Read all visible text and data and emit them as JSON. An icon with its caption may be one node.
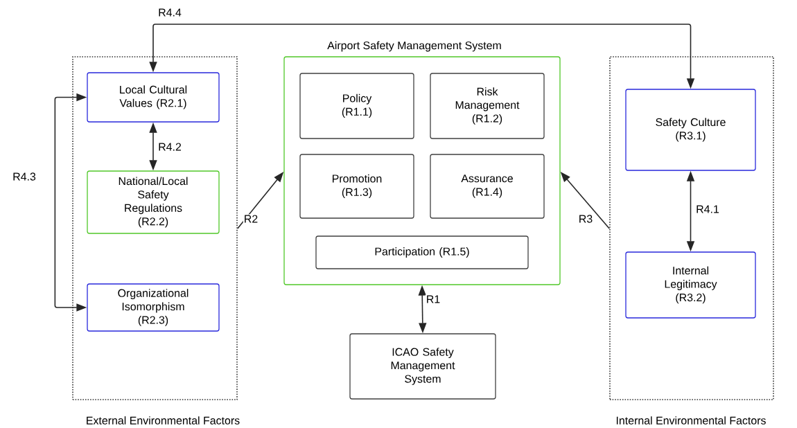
{
  "diagram": {
    "nodes": [
      {
        "text": [
          "External Environmental Factors"
        ]
      },
      {
        "text": [
          "Local Cultural Values (R2.1)"
        ],
        "in": 0
      },
      {
        "text": [
          "National/Local Safety Regulations (R2.2)"
        ],
        "in": 0
      },
      {
        "text": [
          "Organizational Isomorphism (R2.3)"
        ],
        "in": 0
      },
      {
        "text": [
          "Airport Safety Management System"
        ]
      },
      {
        "text": [
          "Policy (R1.1)"
        ],
        "in": 4
      },
      {
        "text": [
          "Risk Management (R1.2)"
        ],
        "in": 4
      },
      {
        "text": [
          "Promotion (R1.3)"
        ],
        "in": 4
      },
      {
        "text": [
          "Assurance (R1.4)"
        ],
        "in": 4
      },
      {
        "text": [
          "Participation (R1.5)"
        ],
        "in": 4
      },
      {
        "text": [
          "ICAO Safety Management System"
        ]
      },
      {
        "text": [
          "Internal Environmental Factors"
        ]
      },
      {
        "text": [
          "Safety Culture (R3.1)"
        ],
        "in": 11
      },
      {
        "text": [
          "Internal Legitimacy (R3.2)"
        ],
        "in": 11
      }
    ],
    "edges": [
      {
        "from": 1,
        "to": 12,
        "arrow": "both",
        "label": "R4.4"
      },
      {
        "from": 1,
        "to": 2,
        "arrow": "both",
        "label": "R4.2"
      },
      {
        "from": 1,
        "to": 3,
        "arrow": "both",
        "label": "R4.3"
      },
      {
        "from": 0,
        "to": 4,
        "arrow": "to",
        "label": "R2"
      },
      {
        "from": 11,
        "to": 4,
        "arrow": "to",
        "label": "R3"
      },
      {
        "from": 4,
        "to": 10,
        "arrow": "both",
        "label": "R1"
      },
      {
        "from": 12,
        "to": 13,
        "arrow": "both",
        "label": "R4.1"
      }
    ]
  }
}
